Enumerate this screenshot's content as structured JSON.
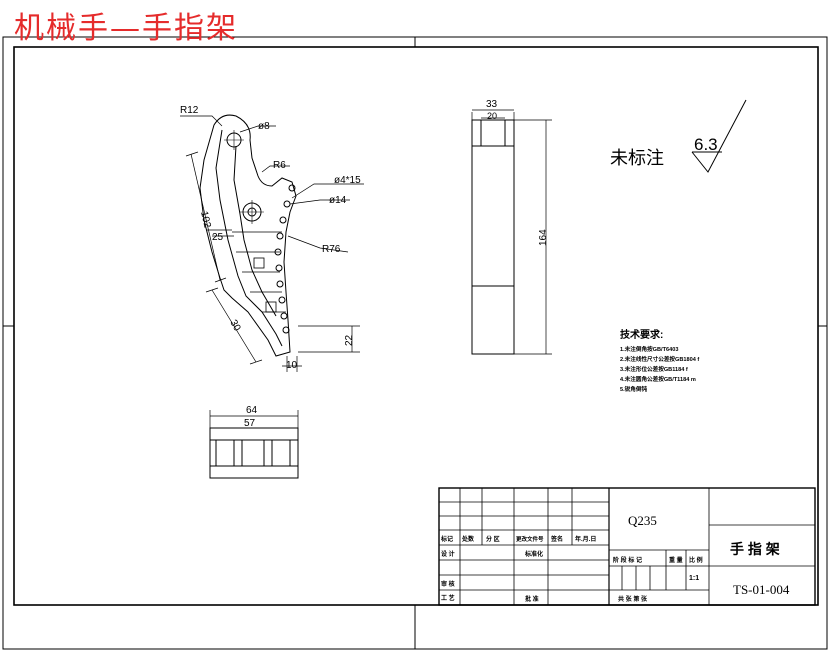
{
  "banner_title": "机械手—手指架",
  "dimensions": {
    "r12": "R12",
    "d8": "ø8",
    "r6": "R6",
    "d4x15": "ø4*15",
    "d14": "ø14",
    "len102": "102",
    "len25": "25",
    "r76": "R76",
    "len30": "30",
    "len22": "22",
    "len10": "10",
    "w33": "33",
    "w20": "20",
    "h164": "164",
    "w64": "64",
    "w57": "57"
  },
  "roughness": {
    "label": "未标注",
    "value": "6.3"
  },
  "tech_requirements": {
    "title": "技术要求:",
    "items": [
      "1.未注倒角按GB/T6403",
      "2.未注线性尺寸公差按GB1804 f",
      "3.未注形位公差按GB1184 f",
      "4.未注圆角公差按GB/T1184 m",
      "5.锐角倒钝"
    ]
  },
  "title_block": {
    "material": "Q235",
    "part_name": "手 指 架",
    "drawing_no": "TS-01-004",
    "scale": "1:1",
    "rev_headers": [
      "标记",
      "处数",
      "分 区",
      "更改文件号",
      "签名",
      "年.月.日"
    ],
    "role_design": "设 计",
    "role_standard": "标准化",
    "role_check": "审 核",
    "role_process": "工 艺",
    "role_approve": "批 准",
    "stage_headers": [
      "阶 段 标 记",
      "重 量",
      "比 例"
    ],
    "sheet_text": "共    张   第    张"
  }
}
